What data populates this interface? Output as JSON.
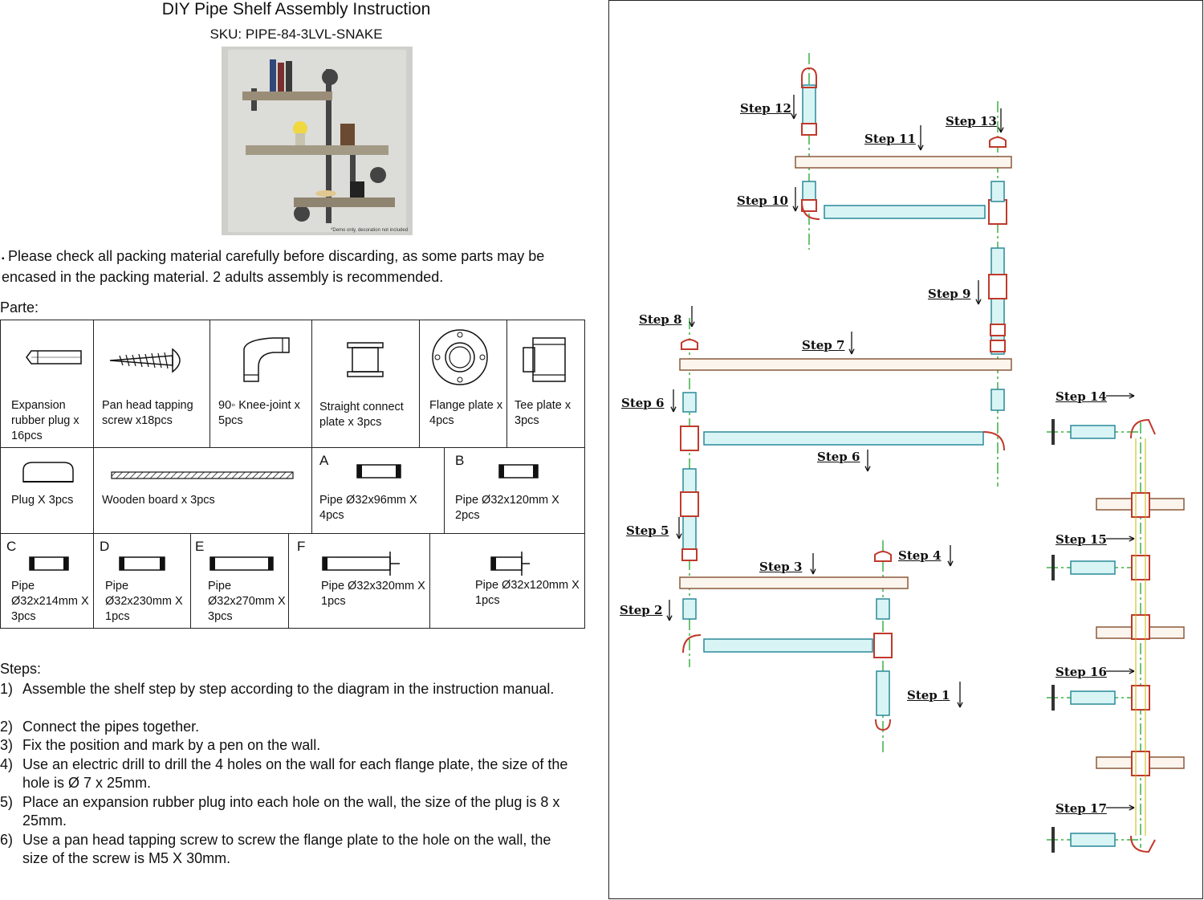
{
  "header": {
    "title": "DIY Pipe Shelf Assembly Instruction",
    "sku": "SKU: PIPE-84-3LVL-SNAKE"
  },
  "photo": {
    "caption": "*Demo only, decoration not included"
  },
  "note": {
    "bullet": "▪",
    "text": "Please check all packing material carefully before discarding, as some parts may be encased in the packing material. 2 adults assembly is recommended."
  },
  "parts": {
    "heading": "Parte:",
    "row1": [
      {
        "label": "Expansion rubber plug x 16pcs",
        "icon": "rubber-plug-icon"
      },
      {
        "label": "Pan head tapping screw x18pcs",
        "icon": "screw-icon"
      },
      {
        "label": "90◦ Knee-joint x 5pcs",
        "icon": "knee-joint-icon"
      },
      {
        "label": "Straight connect plate x 3pcs",
        "icon": "connect-plate-icon"
      },
      {
        "label": "Flange plate x 4pcs",
        "icon": "flange-plate-icon"
      },
      {
        "label": "Tee plate x 3pcs",
        "icon": "tee-plate-icon"
      }
    ],
    "row2": [
      {
        "label": "Plug X 3pcs",
        "icon": "plug-icon"
      },
      {
        "label": "Wooden board x 3pcs",
        "icon": "wooden-board-icon"
      },
      {
        "letter": "A",
        "label": "Pipe Ø32x96mm X 4pcs",
        "icon": "pipe-icon"
      },
      {
        "letter": "B",
        "label": "Pipe Ø32x120mm X 2pcs",
        "icon": "pipe-icon"
      }
    ],
    "row3": [
      {
        "letter": "C",
        "label": "Pipe Ø32x214mm X 3pcs",
        "icon": "pipe-icon"
      },
      {
        "letter": "D",
        "label": "Pipe Ø32x230mm X 1pcs",
        "icon": "pipe-icon"
      },
      {
        "letter": "E",
        "label": "Pipe Ø32x270mm X 3pcs",
        "icon": "pipe-icon"
      },
      {
        "letter": "F",
        "label": "Pipe Ø32x320mm X 1pcs",
        "icon": "pipe-flange-icon"
      },
      {
        "letter": "",
        "label": "Pipe Ø32x120mm X 1pcs",
        "icon": "pipe-flange-icon"
      }
    ]
  },
  "steps": {
    "heading": "Steps:",
    "items": [
      {
        "num": "1)",
        "text": "Assemble the shelf step by step according to the diagram in the instruction manual."
      },
      {
        "num": "2)",
        "text": "Connect the pipes together."
      },
      {
        "num": "3)",
        "text": "Fix the position and mark by a pen on the wall."
      },
      {
        "num": "4)",
        "text": "Use an electric drill to drill the 4 holes on the wall for each flange plate, the size of the hole is Ø 7 x 25mm."
      },
      {
        "num": "5)",
        "text": "Place an expansion rubber plug into each hole on the wall, the size of the plug is 8 x 25mm."
      },
      {
        "num": "6)",
        "text": "Use a pan head tapping screw to screw the flange plate to the hole on the wall, the size of the screw is M5 X 30mm."
      }
    ]
  },
  "diagram": {
    "labels": [
      "Step 1",
      "Step 2",
      "Step 3",
      "Step 4",
      "Step 5",
      "Step 6",
      "Step 6",
      "Step 7",
      "Step 8",
      "Step 9",
      "Step 10",
      "Step 11",
      "Step 12",
      "Step 13",
      "Step 14",
      "Step 15",
      "Step 16",
      "Step 17"
    ],
    "colors": {
      "pipe": "#2a8a9a",
      "pipe_fill": "#d8f4f4",
      "fitting": "#c0392b",
      "centerline": "#3cb043",
      "board": "#8b5a3c",
      "board_fill": "#fbf5ee"
    }
  }
}
